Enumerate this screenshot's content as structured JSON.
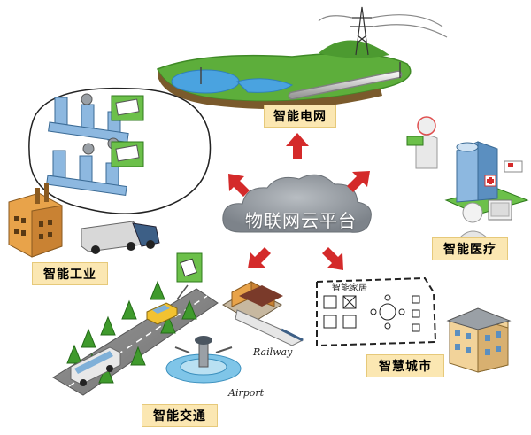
{
  "center": {
    "label": "物联网云平台"
  },
  "nodes": {
    "grid": "智能电网",
    "medical": "智能医疗",
    "industry": "智能工业",
    "transport": "智能交通",
    "city": "智慧城市"
  },
  "annotations": {
    "smart_home": "智能家居",
    "railway": "Railway",
    "airport": "Airport"
  },
  "colors": {
    "arrow": "#d42a2a",
    "label_bg": "#fbe7b2",
    "cloud": "#8f959c",
    "grass": "#5dae3b",
    "water": "#4aa3e0",
    "building_orange": "#e8a34a",
    "icon_green": "#6cc04a"
  },
  "icons": [
    "power-tower-icon",
    "doctor-icon",
    "hospital-icon",
    "patient-icon",
    "factory-icon",
    "truck-icon",
    "car-icon",
    "bus-icon",
    "airport-tower-icon",
    "train-icon",
    "building-icon",
    "smart-home-panel-icon",
    "rfid-tag-icon"
  ]
}
